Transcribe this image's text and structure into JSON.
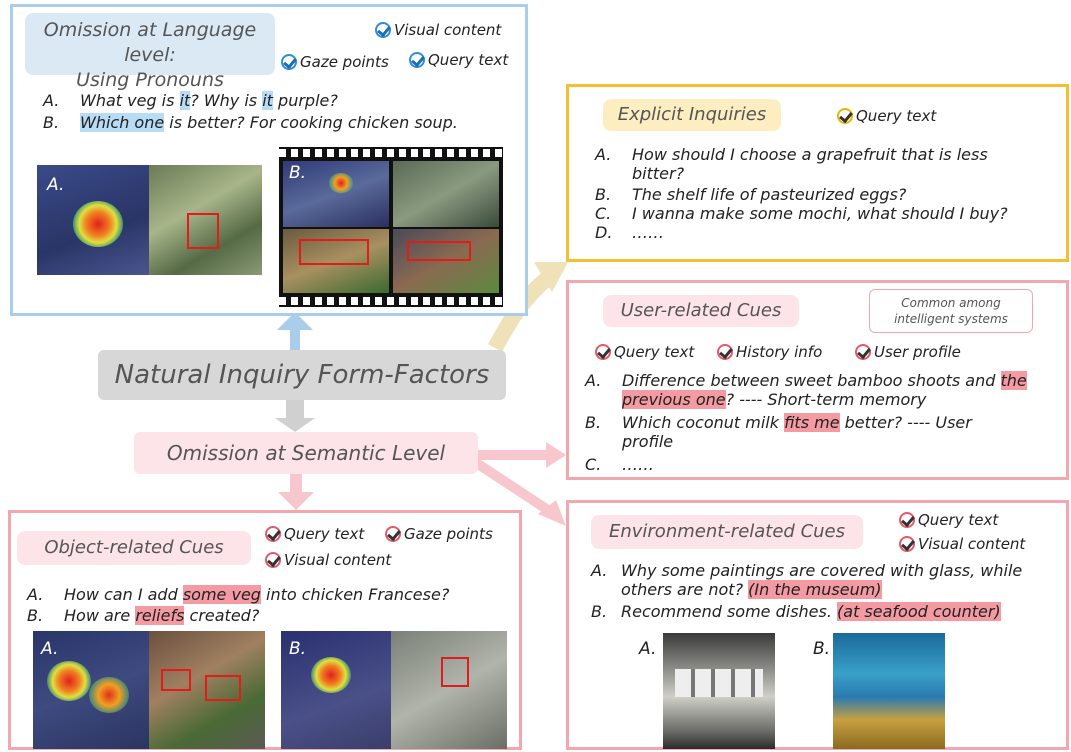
{
  "language_panel": {
    "title": "Omission at Language level:\nUsing Pronouns",
    "tags": [
      "Visual content",
      "Gaze points",
      "Query text"
    ],
    "items": [
      {
        "letter": "A.",
        "parts": [
          "What veg is ",
          "it",
          "? Why is ",
          "it",
          " purple?"
        ]
      },
      {
        "letter": "B.",
        "parts": [
          "Which one",
          " is better? For cooking chicken soup."
        ]
      }
    ],
    "image_labels": [
      "A.",
      "B."
    ]
  },
  "center": {
    "main_label": "Natural Inquiry Form-Factors",
    "semantic_label": "Omission at Semantic Level"
  },
  "explicit_panel": {
    "title": "Explicit Inquiries",
    "tags": [
      "Query text"
    ],
    "items": [
      {
        "letter": "A.",
        "text": "How should I choose a grapefruit that is less\nbitter?"
      },
      {
        "letter": "B.",
        "text": "The shelf life of pasteurized eggs?"
      },
      {
        "letter": "C.",
        "text": "I wanna make some mochi, what should I buy?"
      },
      {
        "letter": "D.",
        "text": "……"
      }
    ]
  },
  "user_panel": {
    "title": "User-related Cues",
    "note": "Common among\nintelligent systems",
    "tags": [
      "Query text",
      "History info",
      "User profile"
    ],
    "items": [
      {
        "letter": "A.",
        "parts": [
          "Difference between sweet bamboo shoots and ",
          "the",
          "previous one",
          "? ---- Short-term memory"
        ]
      },
      {
        "letter": "B.",
        "parts": [
          "Which coconut milk ",
          "fits me",
          " better? ---- User",
          "profile"
        ]
      },
      {
        "letter": "C.",
        "parts": [
          "……"
        ]
      }
    ]
  },
  "object_panel": {
    "title": "Object-related Cues",
    "tags": [
      "Query text",
      "Gaze points",
      "Visual content"
    ],
    "items": [
      {
        "letter": "A.",
        "parts": [
          "How can I add ",
          "some veg",
          " into chicken Francese?"
        ]
      },
      {
        "letter": "B.",
        "parts": [
          "How are ",
          "reliefs",
          " created?"
        ]
      }
    ],
    "image_labels": [
      "A.",
      "B."
    ]
  },
  "env_panel": {
    "title": "Environment-related Cues",
    "tags": [
      "Query text",
      "Visual content"
    ],
    "items": [
      {
        "letter": "A.",
        "parts": [
          "Why some paintings are covered with glass, while",
          "others are not? ",
          "(In the museum)"
        ]
      },
      {
        "letter": "B.",
        "parts": [
          "Recommend some dishes. ",
          "(at seafood counter)"
        ]
      }
    ],
    "image_labels": [
      "A.",
      "B."
    ]
  },
  "colors": {
    "blue": "#a9cdea",
    "yellow": "#f3c030",
    "pink": "#f2a6ae",
    "highlight_blue": "#b9dcf6",
    "highlight_pink": "#f49aa2",
    "gray_box": "#d7d7d7"
  }
}
